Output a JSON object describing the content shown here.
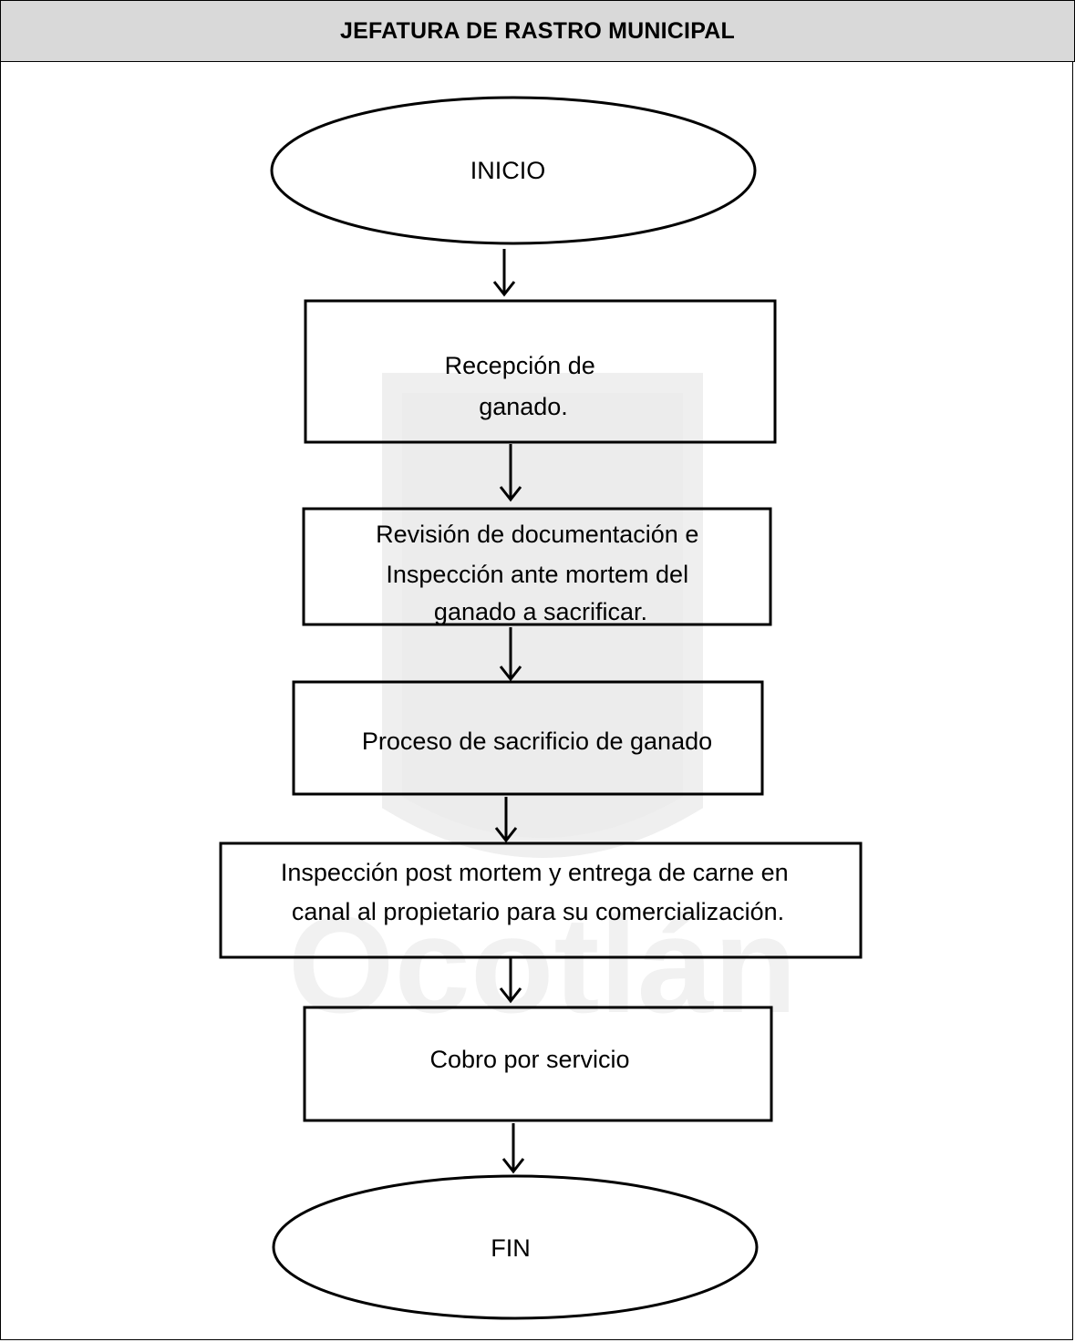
{
  "header": {
    "title": "JEFATURA DE RASTRO MUNICIPAL"
  },
  "flow": {
    "start": {
      "label": "INICIO"
    },
    "steps": [
      {
        "lines": [
          "Recepción de",
          "ganado."
        ]
      },
      {
        "lines": [
          "Revisión de documentación e",
          "Inspección ante mortem del",
          "ganado a sacrificar."
        ]
      },
      {
        "lines": [
          "Proceso de sacrificio de ganado"
        ]
      },
      {
        "lines": [
          "Inspección post mortem y entrega de carne en",
          "canal al propietario para su comercialización."
        ]
      },
      {
        "lines": [
          "Cobro por servicio"
        ]
      }
    ],
    "end": {
      "label": "FIN"
    }
  },
  "watermark": {
    "text": "Ocotlán"
  }
}
